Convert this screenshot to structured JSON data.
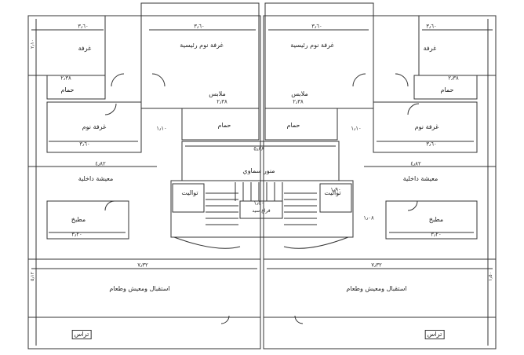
{
  "colors": {
    "line": "#333333",
    "background": "#ffffff"
  },
  "left_unit": {
    "room_top": "غرفة",
    "master_bedroom": "غرفة نوم رئيسية",
    "bath_small": "حمام",
    "wardrobe": "ملابس",
    "bath_mid": "حمام",
    "bedroom": "غرفة نوم",
    "living": "معيشة داخلية",
    "kitchen": "مطبخ",
    "reception": "استقبال ومعيش وطعام",
    "terrace": "تراس",
    "toilet": "تواليت"
  },
  "right_unit": {
    "room_top": "غرفة",
    "master_bedroom": "غرفة نوم رئيسية",
    "bath_small": "حمام",
    "wardrobe": "ملابس",
    "bath_mid": "حمام",
    "bedroom": "غرفة نوم",
    "living": "معيشة داخلية",
    "kitchen": "مطبخ",
    "reception": "استقبال ومعيش وطعام",
    "terrace": "تراس",
    "toilet": "تواليت"
  },
  "core": {
    "skylight": "منور سماوي",
    "stair_void": "فراغ سيد"
  },
  "dimensions": {
    "top_left_room": "٣٫٦٠",
    "top_master_left": "٣٫٦٠",
    "top_master_right": "٣٫٦٠",
    "top_right_room": "٣٫٦٠",
    "bath_left": "٢٫٣٨",
    "bath_right": "٢٫٣٨",
    "wardrobe_left": "٢٫٣٨",
    "wardrobe_right": "٢٫٣٨",
    "bedroom_left": "٣٫٦٠",
    "bedroom_right": "٣٫٦٠",
    "corr_left": "١٫١٠",
    "corr_right": "١٫١٠",
    "core_width": "٥٫٨٨",
    "living_left": "٤٫٨٢",
    "living_right": "٤٫٨٢",
    "kitchen_left": "٣٫٢٠",
    "kitchen_right": "٣٫٢٠",
    "stair": "١٫٥٠",
    "lobby": "١٫٠٨",
    "toilet_dim": "١٫٩٠",
    "reception_left": "٧٫٣٢",
    "reception_right": "٧٫٣٢",
    "side_a": "٢٫١٠",
    "side_b": "٥٫١٢",
    "side_c": "١٫٥٠"
  }
}
